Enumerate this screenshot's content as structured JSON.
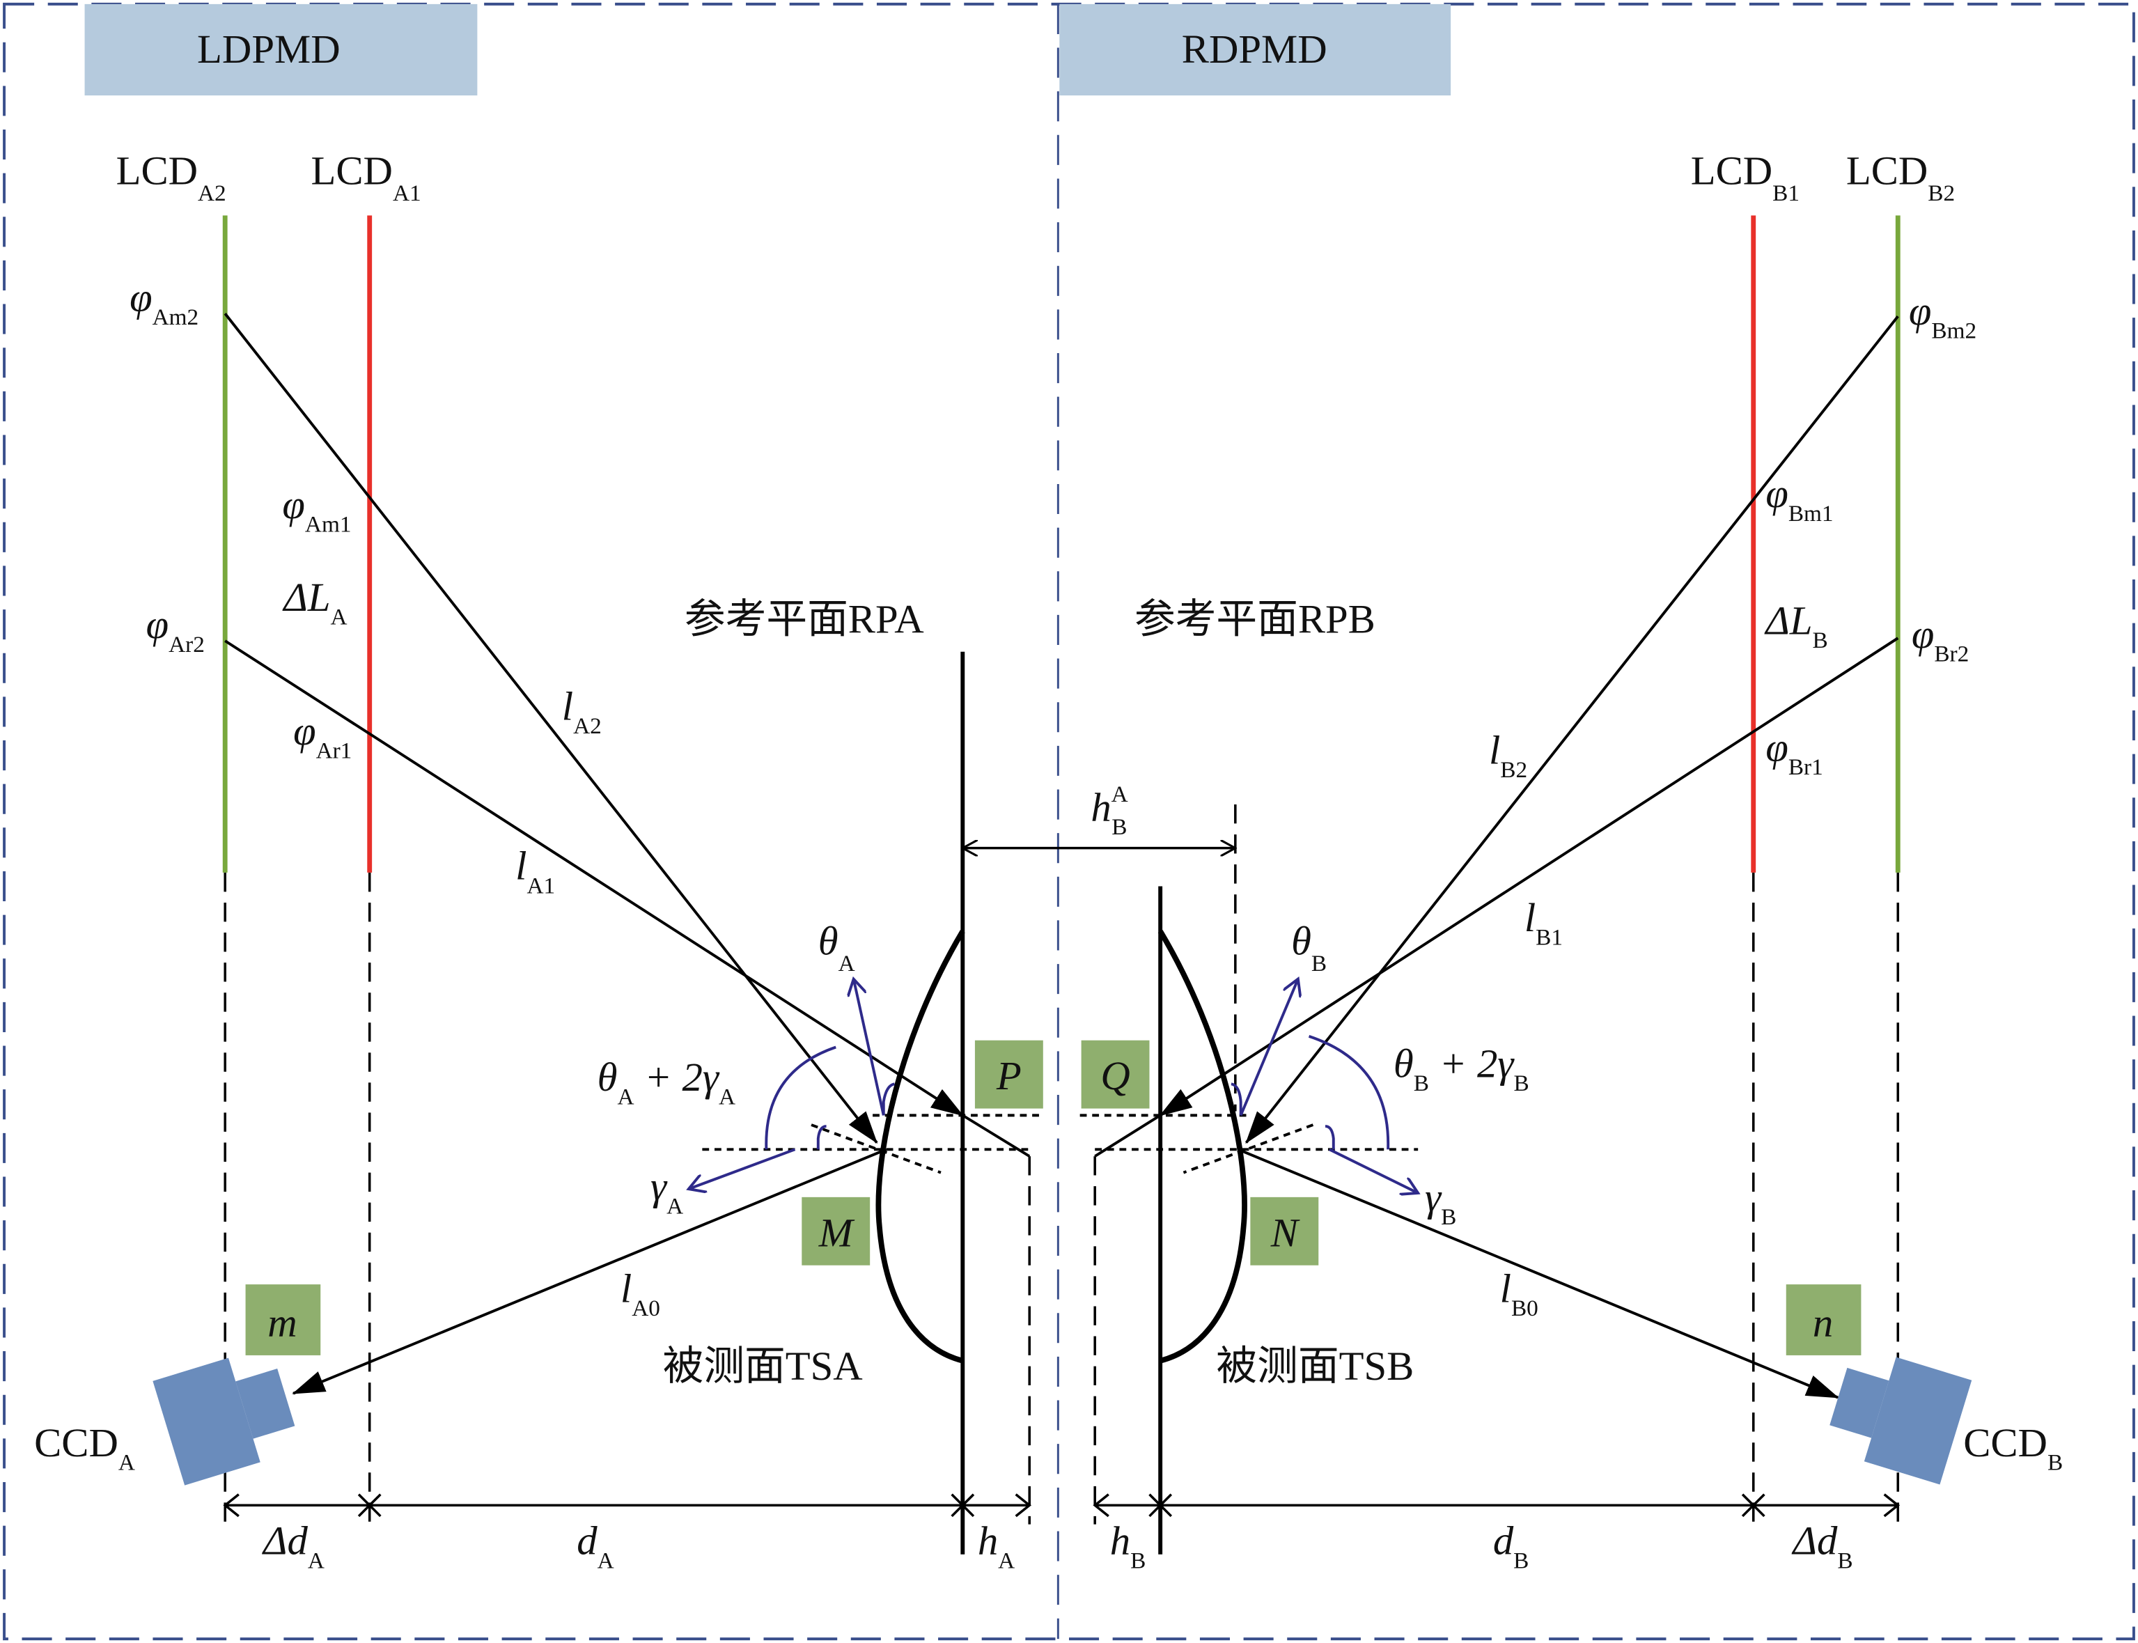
{
  "panels": {
    "left": "LDPMD",
    "right": "RDPMD"
  },
  "lcd": {
    "a2": {
      "main": "LCD",
      "sub": "A2"
    },
    "a1": {
      "main": "LCD",
      "sub": "A1"
    },
    "b1": {
      "main": "LCD",
      "sub": "B1"
    },
    "b2": {
      "main": "LCD",
      "sub": "B2"
    }
  },
  "phases": {
    "am2": {
      "main": "φ",
      "sub": "Am2"
    },
    "am1": {
      "main": "φ",
      "sub": "Am1"
    },
    "ar2": {
      "main": "φ",
      "sub": "Ar2"
    },
    "ar1": {
      "main": "φ",
      "sub": "Ar1"
    },
    "bm2": {
      "main": "φ",
      "sub": "Bm2"
    },
    "bm1": {
      "main": "φ",
      "sub": "Bm1"
    },
    "br2": {
      "main": "φ",
      "sub": "Br2"
    },
    "br1": {
      "main": "φ",
      "sub": "Br1"
    }
  },
  "delta_l": {
    "a": {
      "main": "ΔL",
      "sub": "A"
    },
    "b": {
      "main": "ΔL",
      "sub": "B"
    }
  },
  "rays": {
    "la2": {
      "main": "l",
      "sub": "A2"
    },
    "la1": {
      "main": "l",
      "sub": "A1"
    },
    "la0": {
      "main": "l",
      "sub": "A0"
    },
    "lb2": {
      "main": "l",
      "sub": "B2"
    },
    "lb1": {
      "main": "l",
      "sub": "B1"
    },
    "lb0": {
      "main": "l",
      "sub": "B0"
    }
  },
  "planes": {
    "rpa": "参考平面RPA",
    "rpb": "参考平面RPB"
  },
  "surfaces": {
    "tsa": "被测面TSA",
    "tsb": "被测面TSB"
  },
  "angles": {
    "theta_a": {
      "main": "θ",
      "sub": "A"
    },
    "theta_b": {
      "main": "θ",
      "sub": "B"
    },
    "gamma_a": {
      "main": "γ",
      "sub": "A"
    },
    "gamma_b": {
      "main": "γ",
      "sub": "B"
    },
    "sum_a": {
      "t": "θ",
      "s1": "A",
      "mid": " + 2γ",
      "s2": "A"
    },
    "sum_b": {
      "t": "θ",
      "s1": "B",
      "mid": " + 2γ",
      "s2": "B"
    }
  },
  "points": {
    "P": "P",
    "Q": "Q",
    "M": "M",
    "N": "N",
    "m": "m",
    "n": "n"
  },
  "cameras": {
    "a": {
      "main": "CCD",
      "sub": "A"
    },
    "b": {
      "main": "CCD",
      "sub": "B"
    }
  },
  "dims": {
    "hba": {
      "main": "h",
      "sub": "B",
      "sup": "A"
    },
    "dda": {
      "main": "Δd",
      "sub": "A"
    },
    "da": {
      "main": "d",
      "sub": "A"
    },
    "ha": {
      "main": "h",
      "sub": "A"
    },
    "hb": {
      "main": "h",
      "sub": "B"
    },
    "db": {
      "main": "d",
      "sub": "B"
    },
    "ddb": {
      "main": "Δd",
      "sub": "B"
    }
  },
  "colors": {
    "panel": "#b5cadd",
    "green_lcd": "#78a83c",
    "red_lcd": "#e8302a",
    "box": "#8faf6e",
    "camera": "#6a8cbc",
    "angle": "#2e2a8a",
    "frame": "#3a4f8c"
  }
}
